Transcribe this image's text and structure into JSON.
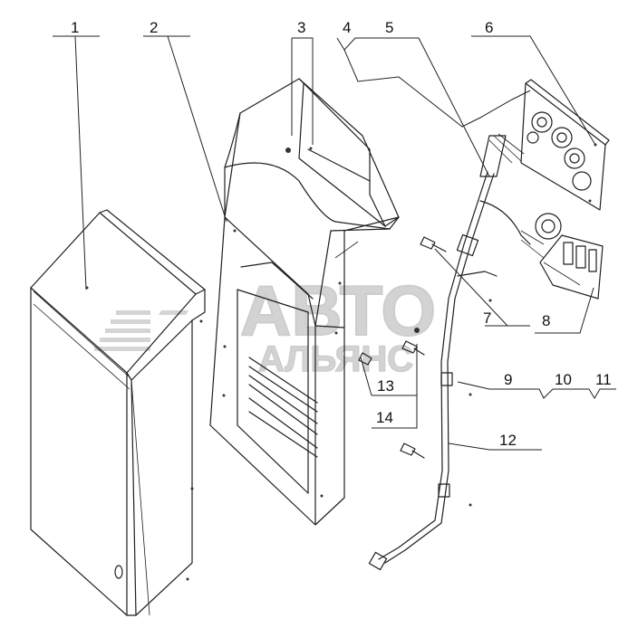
{
  "diagram": {
    "watermark": {
      "line1": "АВТО",
      "line2": "АЛЬЯНС"
    },
    "callouts": [
      "1",
      "2",
      "3",
      "4",
      "5",
      "6",
      "7",
      "8",
      "9",
      "10",
      "11",
      "12",
      "13",
      "14"
    ]
  }
}
